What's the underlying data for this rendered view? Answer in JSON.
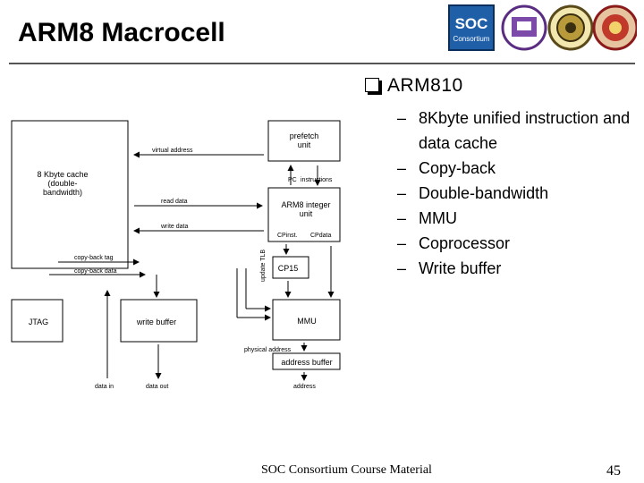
{
  "slide": {
    "title": "ARM8 Macrocell",
    "heading": "ARM810",
    "bullets": [
      "8Kbyte unified instruction and data cache",
      "Copy-back",
      "Double-bandwidth",
      "MMU",
      "Coprocessor",
      "Write buffer"
    ],
    "footer": "SOC Consortium Course Material",
    "page_number": "45"
  },
  "logos": {
    "soc_text": "SOC",
    "soc_sub": "Consortium"
  },
  "diagram": {
    "blocks": {
      "cache": [
        "8 Kbyte cache",
        "(double-",
        "bandwidth)"
      ],
      "prefetch": [
        "prefetch",
        "unit"
      ],
      "core": [
        "ARM8 integer",
        "unit"
      ],
      "cp15": "CP15",
      "mmu": "MMU",
      "jtag": "JTAG",
      "write_buffer": "write buffer",
      "address_buffer": "address buffer"
    },
    "signals": {
      "virtual_address": "virtual address",
      "read_data": "read data",
      "write_data": "write data",
      "copy_back_tag": "copy-back tag",
      "copy_back_data": "copy-back data",
      "pc": "PC",
      "instructions": "instructions",
      "cpinst": "CPinst.",
      "cpdata": "CPdata",
      "update_tlb": "update TLB",
      "physical_address": "physical address",
      "data_in": "data in",
      "data_out": "data out",
      "address": "address"
    }
  }
}
